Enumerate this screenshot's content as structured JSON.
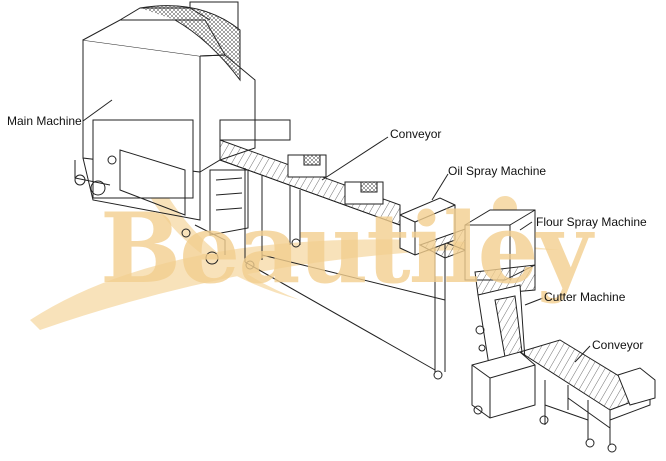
{
  "labels": {
    "main_machine": "Main Machine",
    "conveyor_top": "Conveyor",
    "oil_spray": "Oil Spray Machine",
    "flour_spray": "Flour Spray Machine",
    "cutter": "Cutter Machine",
    "conveyor_bottom": "Conveyor"
  },
  "watermark": {
    "text": "Beautiley",
    "colors": {
      "fill": "#f3cf8f",
      "shade": "#f7dfb3"
    }
  },
  "colors": {
    "line": "#222222",
    "background": "#ffffff"
  }
}
